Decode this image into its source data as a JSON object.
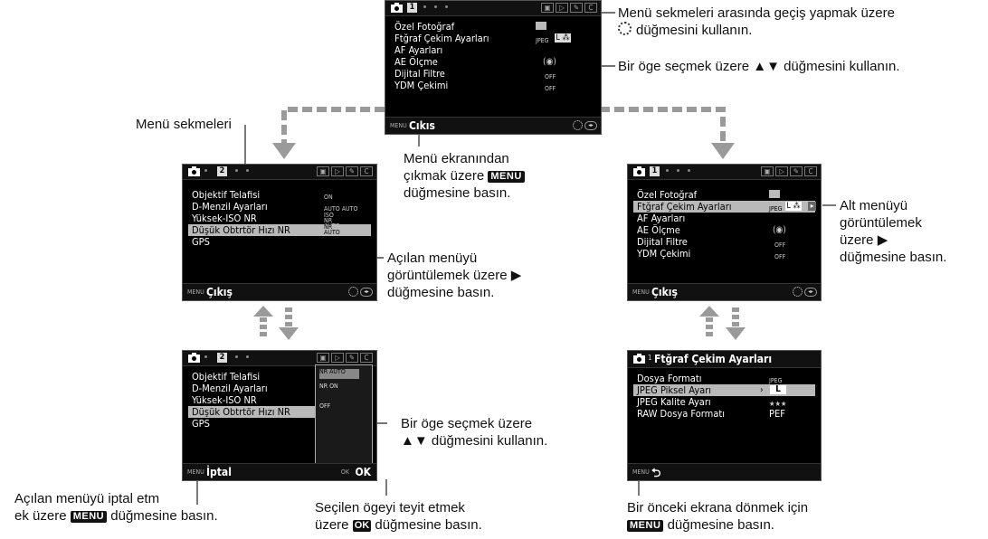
{
  "screens": {
    "top": {
      "tab_number": "1",
      "items": [
        "Özel Fotoğraf",
        "Ftğraf Çekim Ayarları",
        "AF Ayarları",
        "AE Ölçme",
        "Dijital Filtre",
        "YDM Çekimi"
      ],
      "values": [
        "",
        "JPEG",
        "",
        "",
        "OFF",
        "OFF"
      ],
      "footer_mark": "MENU",
      "footer_label": "Cıkıs"
    },
    "left_upper": {
      "tab_number": "2",
      "items": [
        "Objektif Telafisi",
        "D-Menzil Ayarları",
        "Yüksek-ISO NR",
        "Düşük Obtrtör Hızı NR",
        "GPS"
      ],
      "values": [
        "ON",
        "AUTO AUTO",
        "ISO NR AUTO",
        "NR AUTO",
        ""
      ],
      "footer_mark": "MENU",
      "footer_label": "Çıkış"
    },
    "left_lower": {
      "tab_number": "2",
      "items": [
        "Objektif Telafisi",
        "D-Menzil Ayarları",
        "Yüksek-ISO NR",
        "Düşük Obtrtör Hızı NR",
        "GPS"
      ],
      "popup_options": [
        "NR AUTO",
        "NR ON",
        "OFF"
      ],
      "footer_mark": "MENU",
      "footer_label": "İptal",
      "footer_ok_mark": "OK",
      "footer_ok_label": "OK"
    },
    "right_upper": {
      "tab_number": "1",
      "items": [
        "Özel Fotoğraf",
        "Ftğraf Çekim Ayarları",
        "AF Ayarları",
        "AE Ölçme",
        "Dijital Filtre",
        "YDM Çekimi"
      ],
      "values": [
        "",
        "JPEG",
        "",
        "",
        "OFF",
        "OFF"
      ],
      "footer_mark": "MENU",
      "footer_label": "Çıkış"
    },
    "right_lower": {
      "header": "Ftğraf Çekim Ayarları",
      "items": [
        "Dosya Formatı",
        "JPEG Piksel Ayarı",
        "JPEG Kalite Ayarı",
        "RAW Dosya Formatı"
      ],
      "values": [
        "JPEG",
        "L",
        "★★★",
        "PEF"
      ],
      "footer_mark": "MENU"
    }
  },
  "annotations": {
    "tab_switch_1": "Menü sekmeleri arasında geçiş yapmak üzere",
    "tab_switch_2": "düğmesini kullanın.",
    "select_top": "Bir öge seçmek üzere ▲▼ düğmesini kullanın.",
    "menu_tabs": "Menü sekmeleri",
    "exit_1": "Menü ekranından",
    "exit_2a": "çıkmak üzere",
    "exit_2b": "MENU",
    "exit_3": "düğmesine basın.",
    "dropdown_1": "Açılan menüyü",
    "dropdown_2": "görüntülemek üzere ▶",
    "dropdown_3": "düğmesine basın.",
    "sub_1": "Alt menüyü",
    "sub_2": "görüntülemek",
    "sub_3": "üzere ▶",
    "sub_4": "düğmesine basın.",
    "select_left_1": "Bir öge seçmek üzere",
    "select_left_2": "▲▼ düğmesini kullanın.",
    "cancel_1": "Açılan menüyü iptal etm",
    "cancel_2a": "ek üzere",
    "cancel_2b": "MENU",
    "cancel_2c": "düğmesine basın.",
    "confirm_1": "Seçilen ögeyi teyit etmek",
    "confirm_2a": "üzere",
    "confirm_2b": "OK",
    "confirm_2c": "düğmesine basın.",
    "back_1": "Bir önceki ekrana dönmek için",
    "back_2a": "MENU",
    "back_2b": "düğmesine basın."
  },
  "colors": {
    "arrow_gray": "#9a9a9a",
    "screen_bg": "#000000",
    "highlight": "#b9b9b9"
  }
}
